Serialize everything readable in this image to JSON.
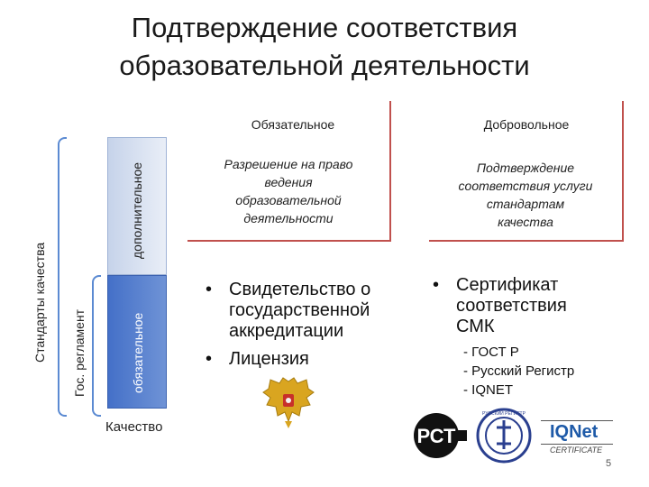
{
  "title": {
    "line1": "Подтверждение соответствия",
    "line2": "образовательной деятельности"
  },
  "left": {
    "standards_label": "Стандарты качества",
    "gov_label": "Гос. регламент",
    "additional_label": "дополнительное",
    "mandatory_bar_label": "обязательное",
    "quality_label": "Качество"
  },
  "columns": {
    "mandatory": {
      "header": "Обязательное",
      "description": [
        "Разрешение на право",
        "ведения",
        "образовательной",
        "деятельности"
      ],
      "bullets": [
        [
          "Свидетельство о",
          "государственной",
          "аккредитации"
        ],
        [
          "Лицензия"
        ]
      ]
    },
    "voluntary": {
      "header": "Добровольное",
      "description": [
        "Подтверждение",
        "соответствия услуги",
        "стандартам",
        "качества"
      ],
      "bullets": [
        [
          "Сертификат",
          "соответствия",
          "СМК"
        ]
      ],
      "subitems": [
        "- ГОСТ Р",
        "- Русский Регистр",
        "- IQNET"
      ]
    }
  },
  "logos": {
    "rst": "РСТ",
    "russian_register": "РУССКИЙ РЕГИСТР",
    "iqnet": "IQNet",
    "iqnet_sub": "CERTIFICATE"
  },
  "page_number": "5",
  "colors": {
    "accent_red": "#c0504d",
    "bar_dark": "#4470c8",
    "bar_light": "#dbe4f3",
    "bracket": "#5b8ad2"
  }
}
